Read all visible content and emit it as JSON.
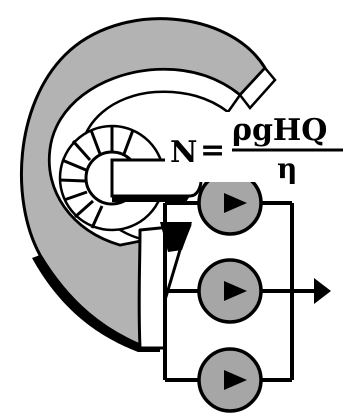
{
  "formula": {
    "lhs": "N",
    "equals": "=",
    "numerator": "ρgHQ",
    "denominator": "η"
  },
  "colors": {
    "stroke": "#000000",
    "casing_fill": "#b3b3b3",
    "pump_fill": "#a6a6a6",
    "background": "#ffffff"
  },
  "pump_count": 3,
  "icon_names": [
    "turbine-casing-icon",
    "impeller-icon",
    "pump-symbol-icon",
    "flow-arrow-icon"
  ]
}
